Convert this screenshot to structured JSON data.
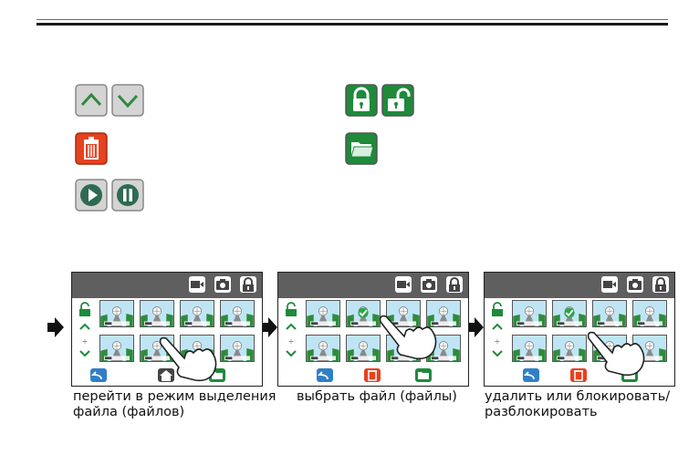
{
  "legend_icons": [
    {
      "name": "up-down-arrows-icon",
      "accent": "#3a9a45"
    },
    {
      "name": "lock-unlock-icon",
      "accent": "#1e8a3a"
    },
    {
      "name": "trash-icon",
      "accent": "#e03a1e"
    },
    {
      "name": "folder-icon",
      "accent": "#1e8a3a"
    },
    {
      "name": "play-pause-icon",
      "accent": "#2f6a52"
    }
  ],
  "steps": [
    {
      "caption_line1": "перейти в режим выделения",
      "caption_line2": "файла (файлов)"
    },
    {
      "caption_line1": "выбрать файл (файлы)",
      "caption_line2": ""
    },
    {
      "caption_line1": "удалить или блокировать/",
      "caption_line2": "разблокировать"
    }
  ]
}
